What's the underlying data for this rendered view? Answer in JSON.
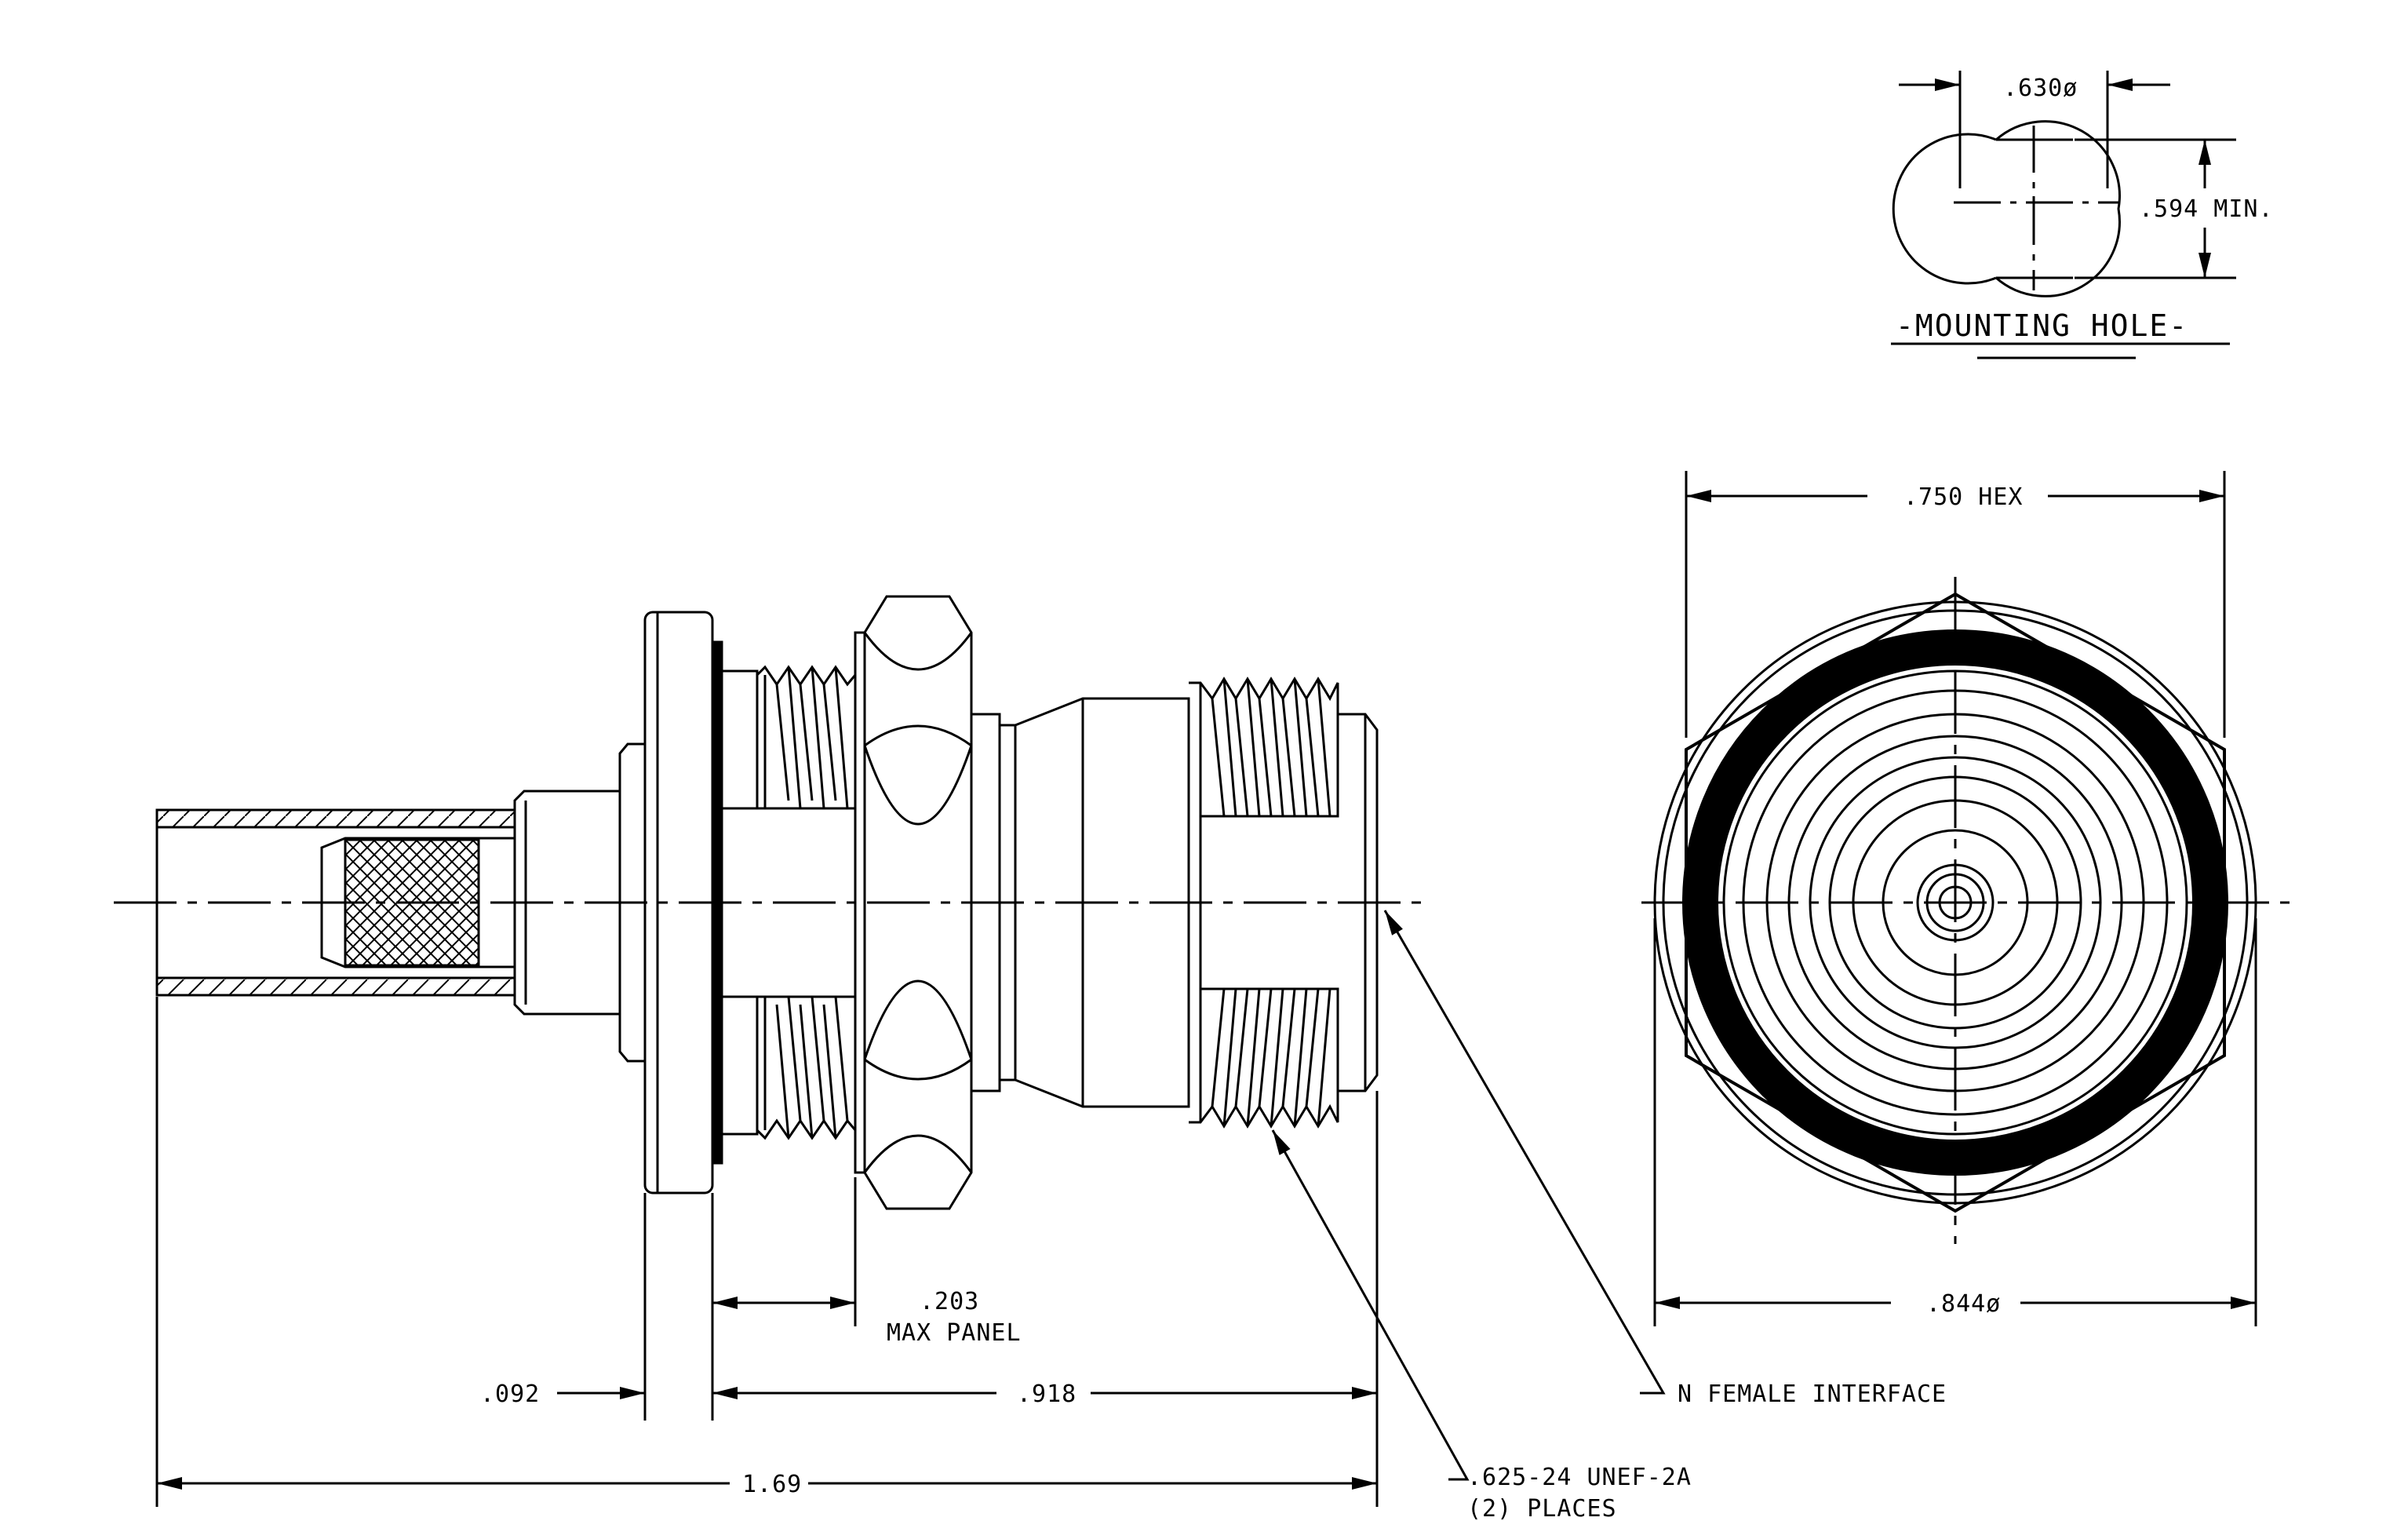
{
  "mounting_hole": {
    "title": "-MOUNTING HOLE-",
    "dia_label": ".630ø",
    "flat_label": ".594 MIN."
  },
  "end_view": {
    "hex_label": ".750 HEX",
    "dia_label": ".844ø"
  },
  "side_view": {
    "panel_label": ".203",
    "panel_label2": "MAX PANEL",
    "flange_label": ".092",
    "body_label": ".918",
    "overall_label": "1.69"
  },
  "callouts": {
    "interface": "N FEMALE INTERFACE",
    "thread_line1": ".625-24 UNEF-2A",
    "thread_line2": "(2)  PLACES"
  }
}
